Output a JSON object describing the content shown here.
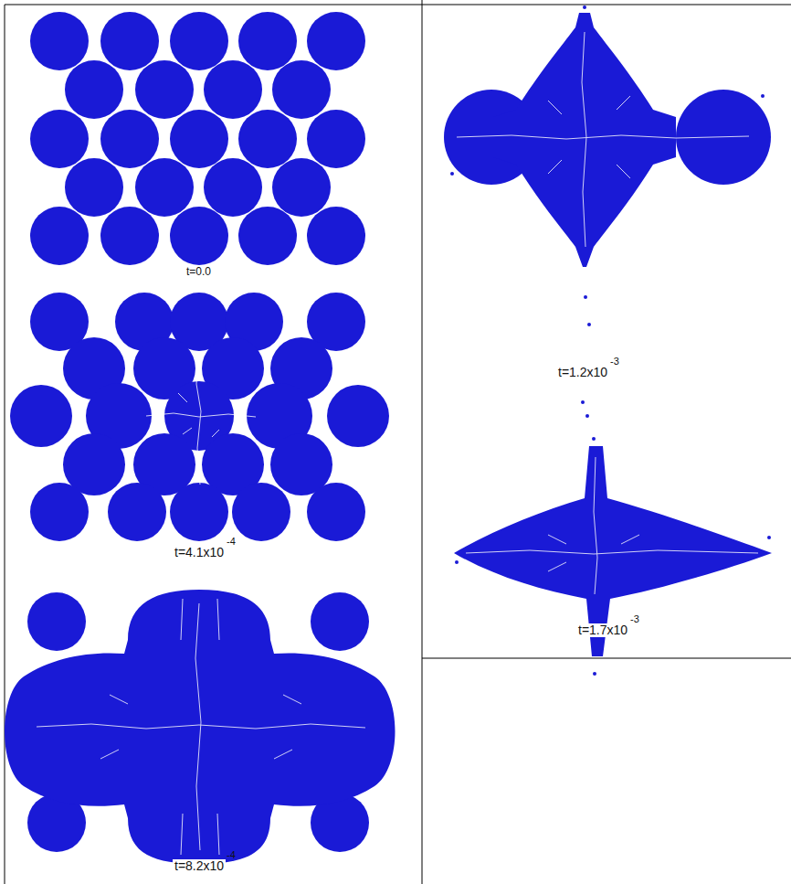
{
  "diagram": {
    "labels": [
      "t=0.0",
      "t=4.1x10",
      "-4",
      "t=8.2x10",
      "-4",
      "t=1.2x10",
      "-3",
      "t=1.7x10",
      "-3"
    ]
  }
}
